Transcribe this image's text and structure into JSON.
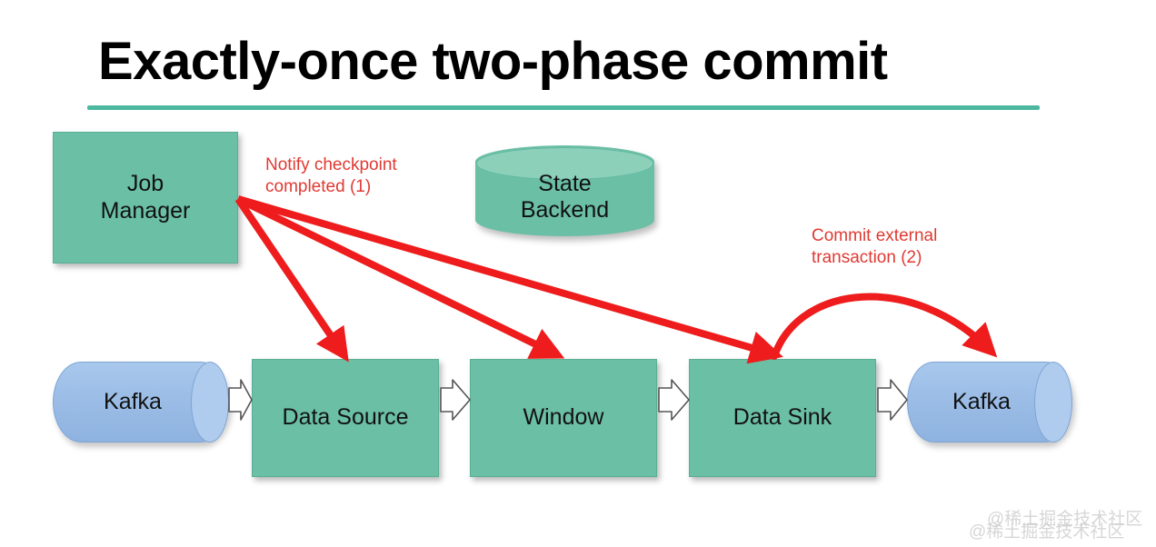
{
  "slide": {
    "title": "Exactly-once two-phase commit",
    "accent_color": "#4DB8A0",
    "node_fill_green": "#6BBFA5",
    "node_fill_blue": "#9BBDE6",
    "annotation_color": "#E03A33",
    "background": "#ffffff"
  },
  "nodes": {
    "job_manager": "Job\nManager",
    "state_backend": "State\nBackend",
    "kafka_source": "Kafka",
    "data_source": "Data Source",
    "window": "Window",
    "data_sink": "Data Sink",
    "kafka_sink": "Kafka"
  },
  "annotations": {
    "notify": "Notify checkpoint\ncompleted (1)",
    "commit": "Commit external\ntransaction (2)"
  },
  "watermarks": {
    "primary": "@稀土掘金技术社区",
    "secondary": "@稀土掘金技术社区"
  }
}
